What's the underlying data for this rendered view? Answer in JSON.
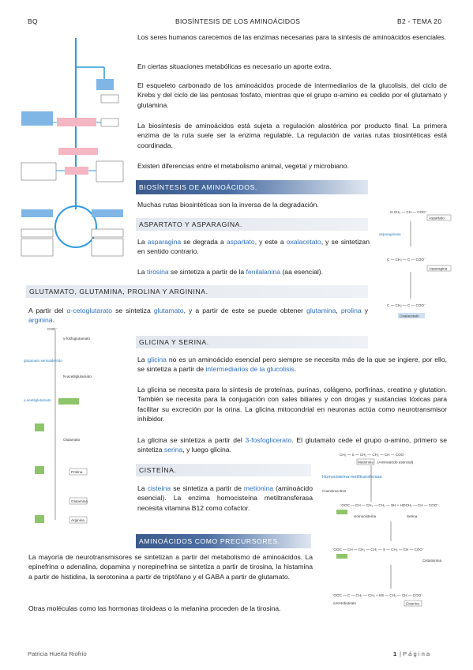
{
  "header": {
    "left": "BQ",
    "center": "BIOSÍNTESIS DE LOS AMINOÁCIDOS",
    "right": "B2 - TEMA 20"
  },
  "intro": {
    "p1": "Los seres humanos carecemos de las enzimas necesarias para la síntesis de aminoácidos esenciales.",
    "p2": "En ciertas situaciones metabólicas es necesario un aporte extra.",
    "p3": "El esqueleto carbonado de los aminoácidos procede de intermediarios de la glucolisis, del ciclo de Krebs y del ciclo de las pentosas fosfato, mientras que el grupo α-amino es cedido por el glutamato y glutamina.",
    "p4": "La biosíntesis de aminoácidos está sujeta a regulación alostérica por producto final. La primera enzima de la ruta suele ser la enzima regulable. La regulación de varias rutas biosintéticas está coordinada.",
    "p5": "Existen diferencias entre el metabolismo animal, vegetal y microbiano."
  },
  "sec1": {
    "title": "BIOSÍNTESIS DE AMINOÁCIDOS.",
    "p": "Muchas rutas biosintéticas son la inversa de la degradación."
  },
  "sec2": {
    "title": "ASPARTATO Y ASPARAGINA.",
    "p1a": "La ",
    "p1b": "asparagina",
    "p1c": " se degrada a ",
    "p1d": "aspartato",
    "p1e": ", y este a ",
    "p1f": "oxalacetato",
    "p1g": ", y se sintetizan en sentido contrario.",
    "p2a": "La ",
    "p2b": "tirosina",
    "p2c": " se sintetiza a partir de la ",
    "p2d": "fenilalanina",
    "p2e": " (aa esencial)."
  },
  "sec3": {
    "title": "GLUTAMATO, GLUTAMINA, PROLINA Y ARGININA.",
    "pa": "A partir del ",
    "pb": "α-cetoglutarato",
    "pc": " se sintetiza ",
    "pd": "glutamato",
    "pe": ", y a partir de este se puede obtener ",
    "pf": "glutamina",
    "pg": ", ",
    "ph": "prolina",
    "pi": " y ",
    "pj": "arginina",
    "pk": "."
  },
  "sec4": {
    "title": "GLICINA Y SERINA.",
    "p1a": "La ",
    "p1b": "glicina",
    "p1c": " no es un aminoácido esencial pero siempre se necesita más de la que se ingiere, por ello, se sintetiza a partir de ",
    "p1d": "intermediarios de la glucolisis",
    "p1e": ".",
    "p2": "La glicina se necesita para la síntesis de proteínas, purinas, colágeno, porfirinas, creatina y glutation. También se necesita para la conjugación con sales biliares y con drogas y sustancias tóxicas para facilitar su excreción por la orina. La glicina mitocondrial en neuronas actúa como neurotransmisor inhibidor.",
    "p3a": "La glicina se sintetiza a partir del ",
    "p3b": "3-fosfoglicerato",
    "p3c": ". El glutamato cede el grupo α-amino, primero se sintetiza ",
    "p3d": "serina",
    "p3e": ", y luego glicina."
  },
  "sec5": {
    "title": "CISTEÍNA.",
    "pa": "La ",
    "pb": "cisteína",
    "pc": " se sintetiza a partir de ",
    "pd": "metionina",
    "pe": " (aminoácido esencial). La enzima homocisteína metiltransferasa necesita vitamina B12 como cofactor."
  },
  "sec6": {
    "title": "AMINOÁCIDOS COMO PRECURSORES.",
    "p1": "La mayoría de neurotransmisores se sintetizan a partir del metabolismo de aminoácidos. La epinefrina o adenalina, dopamina y norepinefrina se sintetiza a partir de tirosina, la histamina a partir de histidina, la serotonina a partir de triptófano y el GABA a partir de glutamato.",
    "p2": "Otras moléculas como las hormonas tiroideas o la melanina proceden de la tirosina."
  },
  "figures": {
    "aspartate": {
      "l1": "Aspartato",
      "l2": "asparaginasa",
      "l3": "Asparagina",
      "l4": "Oxalacetato"
    },
    "cysteine": {
      "l1": "Metionina",
      "l2": "(Aminoácido esencial)",
      "l3": "Homocisteína metiltransferasa",
      "l4": "Coenzima B12",
      "l5": "Homocisteína",
      "l6": "Serina",
      "l7": "Cistationina",
      "l8": "α-Ketobutirato",
      "l9": "Cisteína"
    },
    "glutamate": {
      "l1": "Glutamato",
      "l2": "Prolina",
      "l3": "Glutamina",
      "l4": "Arginina"
    }
  },
  "footer": {
    "left": "Patricia Huerta Riofrío",
    "page": "1",
    "right": "| P á g i n a"
  },
  "colors": {
    "accent": "#2f6fc0",
    "bar": "#4b6ea3",
    "green": "#8fc46a",
    "pink": "#f4b6c2"
  }
}
